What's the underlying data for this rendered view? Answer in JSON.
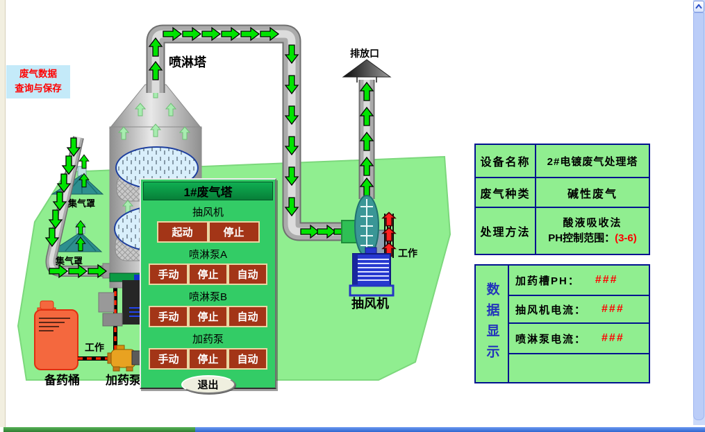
{
  "info_button": {
    "line1": "废气数据",
    "line2": "查询与保存"
  },
  "labels": {
    "spray_tower": "喷淋塔",
    "outlet": "排放口",
    "hood1": "集气罩",
    "hood2": "集气罩",
    "tank": "备药桶",
    "dosing_pump": "加药泵",
    "pump_working": "工作",
    "fan_working": "工作",
    "fan": "抽风机"
  },
  "control_panel": {
    "title": "1#废气塔",
    "sections": [
      {
        "label": "抽风机",
        "buttons": [
          "起动",
          "停止"
        ]
      },
      {
        "label": "喷淋泵A",
        "buttons": [
          "手动",
          "停止",
          "自动"
        ]
      },
      {
        "label": "喷淋泵B",
        "buttons": [
          "手动",
          "停止",
          "自动"
        ]
      },
      {
        "label": "加药泵",
        "buttons": [
          "手动",
          "停止",
          "自动"
        ]
      }
    ],
    "exit_label": "退出"
  },
  "info_table": {
    "rows": [
      {
        "label": "设备名称",
        "value": "2#电镀废气处理塔"
      },
      {
        "label": "废气种类",
        "value": "碱性废气"
      },
      {
        "label": "处理方法",
        "value_line1": "酸液吸收法",
        "value_line2_prefix": "PH控制范围：",
        "value_line2_range": "(3-6)"
      }
    ]
  },
  "data_table": {
    "title_vertical": "数据显示",
    "rows": [
      {
        "label": "加药槽PH：",
        "value": "###"
      },
      {
        "label": "抽风机电流：",
        "value": "###"
      },
      {
        "label": "喷淋泵电流：",
        "value": "###"
      }
    ]
  },
  "colors": {
    "panel_green": "#33CC66",
    "panel_title_green": "#0A9A44",
    "button_red": "#A33517",
    "button_border": "#EAD6A3",
    "table_bg": "#90EE90",
    "table_border": "#00128F",
    "value_red": "#FF0000",
    "ground_green": "#90EE90",
    "arrow_green": "#00E400",
    "info_bg": "#C4EAF9",
    "fan_teal": "#3A9696",
    "motor_blue": "#2738CF",
    "tank_orange": "#F4683E"
  }
}
